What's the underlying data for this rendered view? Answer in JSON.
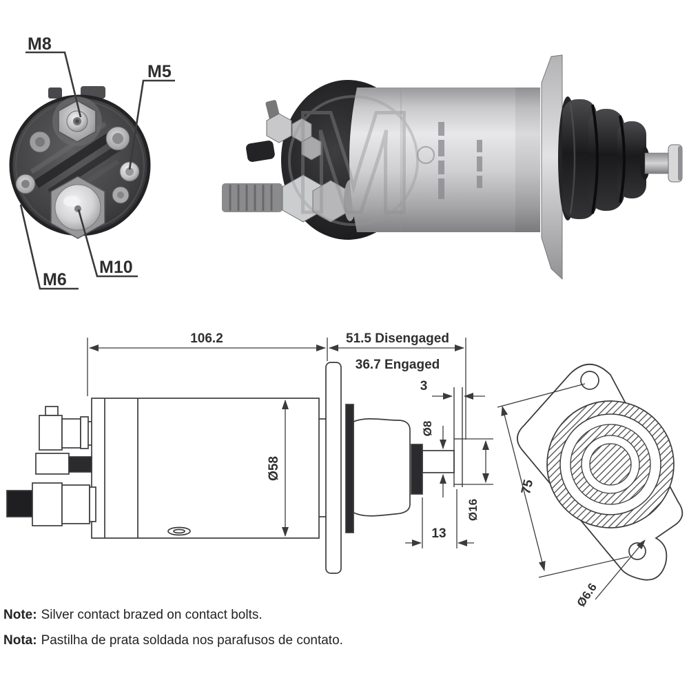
{
  "end_view": {
    "labels": {
      "m8": "M8",
      "m5": "M5",
      "m10": "M10",
      "m6": "M6"
    }
  },
  "photo": {
    "watermark_text": "M"
  },
  "drawing": {
    "dimensions": {
      "body_length": "106.2",
      "disengaged": "51.5 Disengaged",
      "engaged": "36.7 Engaged",
      "disc_thickness": "3",
      "shaft_diameter": "Ø8",
      "body_diameter": "Ø58",
      "disc_diameter": "Ø16",
      "shaft_length": "13",
      "hole_distance": "75",
      "hole_diameter": "Ø6.6"
    }
  },
  "notes": [
    {
      "label": "Note:",
      "text": "Silver contact brazed on contact bolts."
    },
    {
      "label": "Nota:",
      "text": "Pastilha de prata soldada nos parafusos de contato."
    }
  ],
  "colors": {
    "line": "#3b3b3d",
    "text": "#2f2f31",
    "photo_dark": "#1d1d1f",
    "photo_light": "#d6d6d8"
  }
}
